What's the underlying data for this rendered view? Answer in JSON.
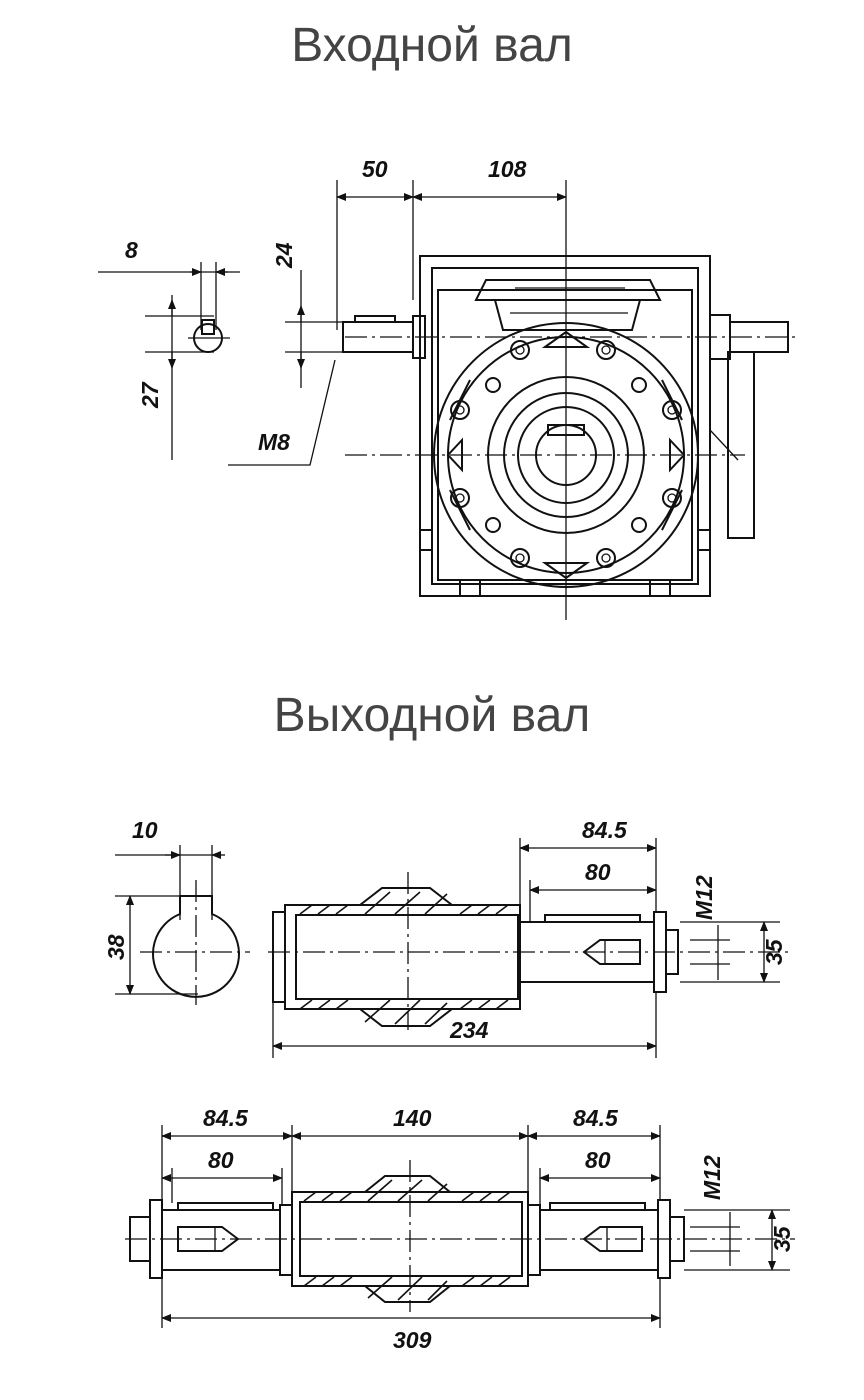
{
  "input_shaft": {
    "title": "Входной вал",
    "dims": {
      "key_width": "8",
      "key_height": "24",
      "shaft_dia": "27",
      "thread": "M8",
      "shaft_length": "50",
      "center_distance": "108"
    }
  },
  "output_shaft": {
    "title": "Выходной вал",
    "key_section": {
      "key_width": "10",
      "shaft_dia": "38"
    },
    "single": {
      "overall": "84.5",
      "shaft": "80",
      "thread": "M12",
      "dia": "35",
      "length": "234"
    },
    "double": {
      "left_overall": "84.5",
      "center": "140",
      "right_overall": "84.5",
      "left_shaft": "80",
      "right_shaft": "80",
      "thread": "M12",
      "dia": "35",
      "length": "309"
    }
  }
}
